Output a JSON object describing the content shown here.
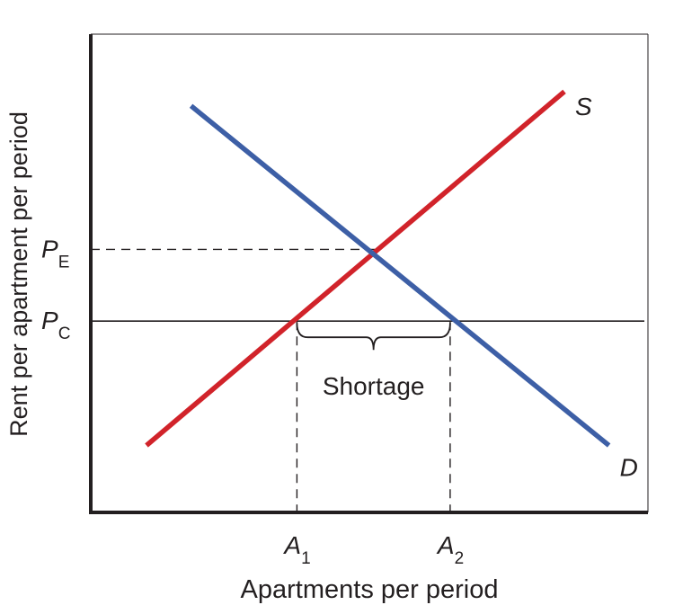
{
  "chart_data": {
    "type": "line",
    "title": "",
    "xlabel": "Apartments per period",
    "ylabel": "Rent per apartment per period",
    "xlim": [
      0,
      100
    ],
    "ylim": [
      0,
      100
    ],
    "grid": false,
    "series": [
      {
        "name": "S",
        "color": "#d1232a",
        "x": [
          10,
          85
        ],
        "y": [
          14,
          88
        ]
      },
      {
        "name": "D",
        "color": "#3d5fa6",
        "x": [
          18,
          93
        ],
        "y": [
          85,
          14
        ]
      }
    ],
    "price_ceiling": {
      "value": 40,
      "color": "#231f20"
    },
    "equilibrium": {
      "x": 51.7,
      "y": 55
    },
    "y_ticks": [
      {
        "value": 55,
        "main": "P",
        "sub": "E"
      },
      {
        "value": 40,
        "main": "P",
        "sub": "C"
      }
    ],
    "x_ticks": [
      {
        "value": 37,
        "main": "A",
        "sub": "1"
      },
      {
        "value": 64.5,
        "main": "A",
        "sub": "2"
      }
    ],
    "annotations": [
      {
        "text": "Shortage",
        "x_from": 37,
        "x_to": 64.5,
        "y": 40
      }
    ]
  }
}
